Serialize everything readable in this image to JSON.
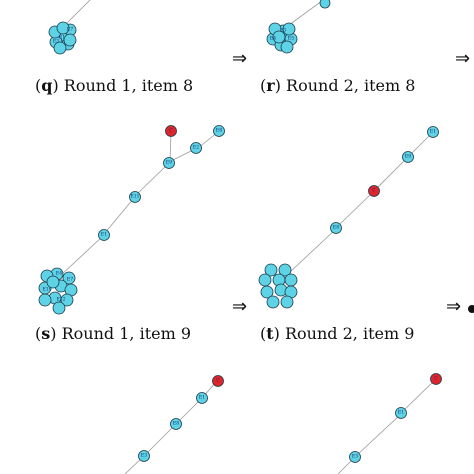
{
  "colors": {
    "e_fill": "#5fd3e6",
    "c_fill": "#e0242c",
    "stroke": "#1a3a4a",
    "edge": "#9a9a9a"
  },
  "arrow_symbol": "⇒",
  "captions": [
    {
      "id": "q",
      "letter": "q",
      "text": " Round 1, item 8"
    },
    {
      "id": "r",
      "letter": "r",
      "text": " Round 2, item 8"
    },
    {
      "id": "s",
      "letter": "s",
      "text": " Round 1, item 9"
    },
    {
      "id": "t",
      "letter": "t",
      "text": " Round 2, item 9"
    }
  ],
  "panels": {
    "s": {
      "nodes": [
        {
          "label": "C",
          "type": "c"
        },
        {
          "label": "E8",
          "type": "e"
        },
        {
          "label": "E2",
          "type": "e"
        },
        {
          "label": "E9",
          "type": "e"
        },
        {
          "label": "E11",
          "type": "e"
        },
        {
          "label": "E1",
          "type": "e"
        },
        {
          "label": "E4",
          "type": "e"
        },
        {
          "label": "E7",
          "type": "e"
        },
        {
          "label": "E10",
          "type": "e"
        },
        {
          "label": "E12",
          "type": "e"
        }
      ]
    },
    "t": {
      "nodes": [
        {
          "label": "E1",
          "type": "e"
        },
        {
          "label": "E9",
          "type": "e"
        },
        {
          "label": "C",
          "type": "c"
        },
        {
          "label": "E8",
          "type": "e"
        }
      ]
    },
    "bottom_left": {
      "nodes": [
        {
          "label": "C",
          "type": "c"
        },
        {
          "label": "E1",
          "type": "e"
        },
        {
          "label": "E8",
          "type": "e"
        },
        {
          "label": "E3",
          "type": "e"
        }
      ]
    },
    "bottom_right": {
      "nodes": [
        {
          "label": "C",
          "type": "c"
        },
        {
          "label": "E1",
          "type": "e"
        },
        {
          "label": "E3",
          "type": "e"
        }
      ]
    },
    "q": {
      "nodes": [
        {
          "label": "E7",
          "type": "e"
        },
        {
          "label": "E1",
          "type": "e"
        },
        {
          "label": "E3",
          "type": "e"
        }
      ]
    },
    "r": {
      "nodes": [
        {
          "label": "E4",
          "type": "e"
        },
        {
          "label": "E3",
          "type": "e"
        },
        {
          "label": "E5",
          "type": "e"
        }
      ]
    }
  }
}
